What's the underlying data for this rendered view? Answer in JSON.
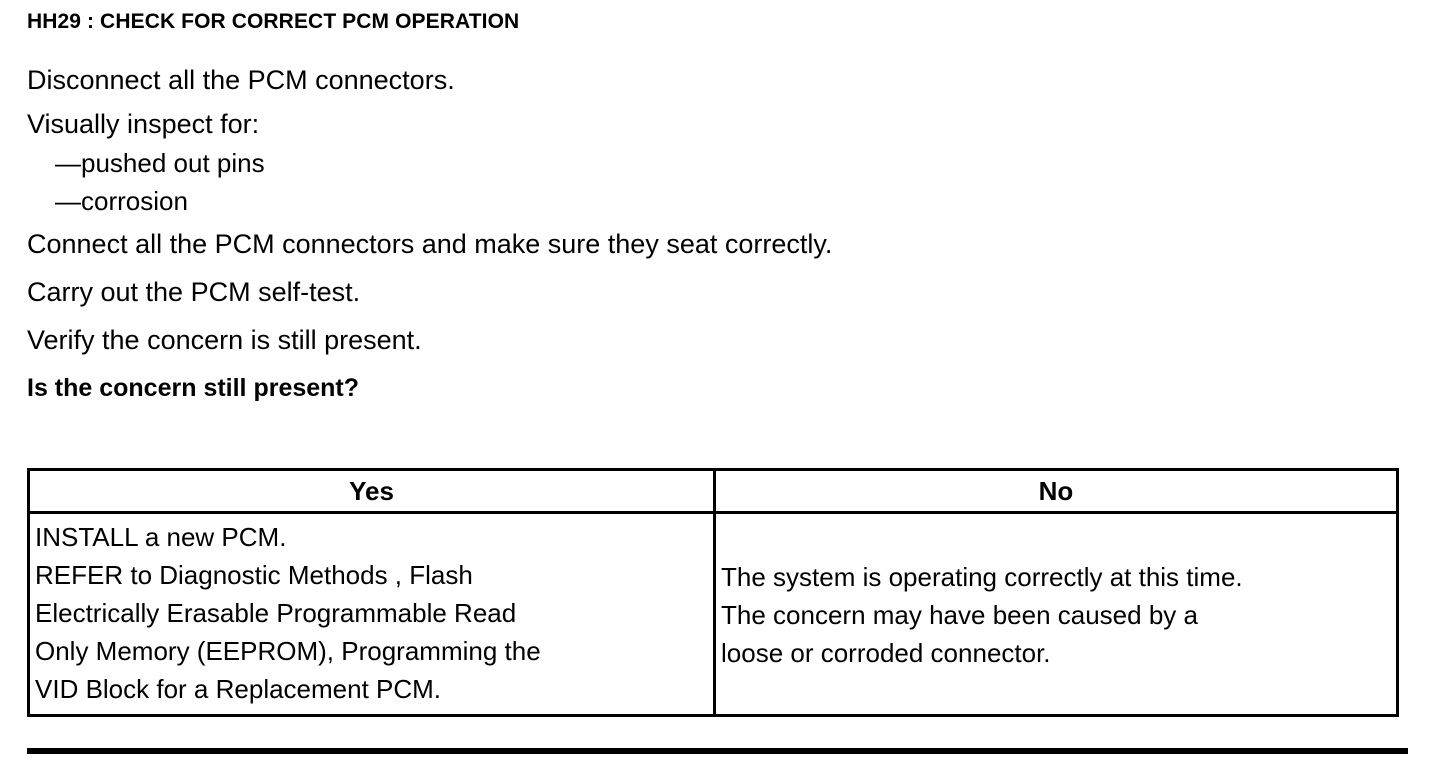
{
  "document": {
    "step_title": "HH29 : CHECK FOR CORRECT PCM OPERATION",
    "instructions": [
      {
        "text": "Disconnect all the PCM connectors.",
        "style": "normal"
      },
      {
        "text": "Visually inspect for:",
        "style": "normal"
      },
      {
        "text": "—pushed out pins",
        "style": "dash"
      },
      {
        "text": "—corrosion",
        "style": "dash"
      },
      {
        "text": "Connect all the PCM connectors and make sure they seat correctly.",
        "style": "normal"
      },
      {
        "text": "Carry out the PCM self-test.",
        "style": "normal"
      },
      {
        "text": "Verify the concern is still present.",
        "style": "normal"
      },
      {
        "text": "Is the concern still present?",
        "style": "bold"
      }
    ],
    "decision_table": {
      "headers": [
        "Yes",
        "No"
      ],
      "yes_cell_lines": [
        "INSTALL a new PCM.",
        "REFER to Diagnostic Methods , Flash",
        "Electrically Erasable Programmable Read",
        "Only Memory  (EEPROM), Programming the",
        "VID Block for a Replacement PCM."
      ],
      "no_cell_lines": [
        "The system is operating correctly at this time.",
        "The concern may have been caused by a",
        "loose or corroded connector."
      ]
    },
    "colors": {
      "ink": "#000000",
      "paper": "#ffffff"
    }
  }
}
